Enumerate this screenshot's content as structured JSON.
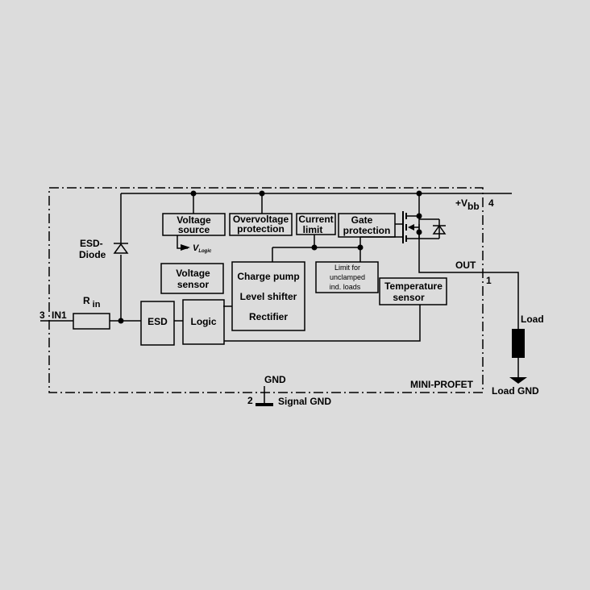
{
  "diagram": {
    "title": "MINI-PROFET",
    "colors": {
      "background": "#dcdcdc",
      "line": "#000000"
    },
    "pins": {
      "in": {
        "number": "3",
        "name": "IN1"
      },
      "gnd": {
        "number": "2",
        "name": "GND",
        "caption": "Signal GND"
      },
      "vbb": {
        "prefix": "+V",
        "sub": "bb",
        "number": "4"
      },
      "out": {
        "name": "OUT",
        "number": "1"
      }
    },
    "components": {
      "rin": {
        "main": "R",
        "sub": "in"
      },
      "esd_diode": {
        "line1": "ESD-",
        "line2": "Diode"
      },
      "esd": "ESD",
      "logic": "Logic",
      "voltage_source": {
        "line1": "Voltage",
        "line2": "source"
      },
      "vlogic": {
        "main": "V",
        "sub": "Logic"
      },
      "overvoltage": {
        "line1": "Overvoltage",
        "line2": "protection"
      },
      "current_limit": {
        "line1": "Current",
        "line2": "limit"
      },
      "gate_protection": {
        "line1": "Gate",
        "line2": "protection"
      },
      "voltage_sensor": {
        "line1": "Voltage",
        "line2": "sensor"
      },
      "charge_pump": {
        "line1": "Charge pump",
        "line2": "Level shifter",
        "line3": "Rectifier"
      },
      "limit_unclamped": {
        "line1": "Limit for",
        "line2": "unclamped",
        "line3": "ind. loads"
      },
      "temperature_sensor": {
        "line1": "Temperature",
        "line2": "sensor"
      }
    },
    "load": {
      "label": "Load",
      "ground": "Load GND"
    }
  }
}
